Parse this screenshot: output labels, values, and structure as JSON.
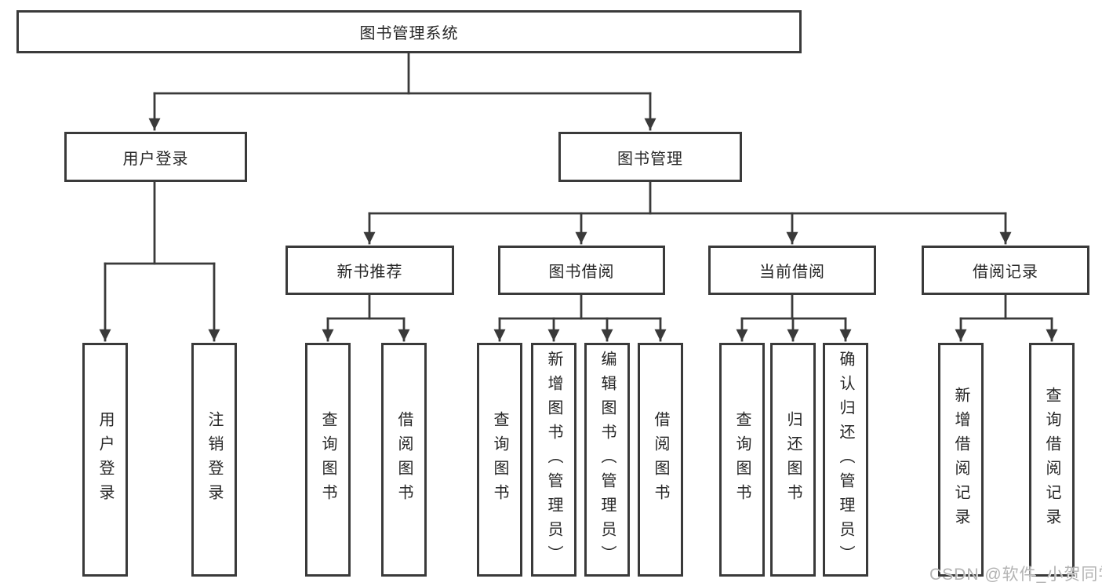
{
  "tree": {
    "root": {
      "label": "图书管理系统",
      "children": [
        {
          "label": "用户登录",
          "children": [
            {
              "label": "用户登录"
            },
            {
              "label": "注销登录"
            }
          ]
        },
        {
          "label": "图书管理",
          "children": [
            {
              "label": "新书推荐",
              "children": [
                {
                  "label": "查询图书"
                },
                {
                  "label": "借阅图书"
                }
              ]
            },
            {
              "label": "图书借阅",
              "children": [
                {
                  "label": "查询图书"
                },
                {
                  "label": "新增图书（管理员）"
                },
                {
                  "label": "编辑图书（管理员）"
                },
                {
                  "label": "借阅图书"
                }
              ]
            },
            {
              "label": "当前借阅",
              "children": [
                {
                  "label": "查询图书"
                },
                {
                  "label": "归还图书"
                },
                {
                  "label": "确认归还（管理员）"
                }
              ]
            },
            {
              "label": "借阅记录",
              "children": [
                {
                  "label": "新增借阅记录"
                },
                {
                  "label": "查询借阅记录"
                }
              ]
            }
          ]
        }
      ]
    }
  },
  "watermark": {
    "text": "CSDN @软件_小贺同学"
  },
  "colors": {
    "line": "#3a3a3a",
    "text": "#262626",
    "watermark": "#b3b3b3",
    "background": "#ffffff"
  }
}
